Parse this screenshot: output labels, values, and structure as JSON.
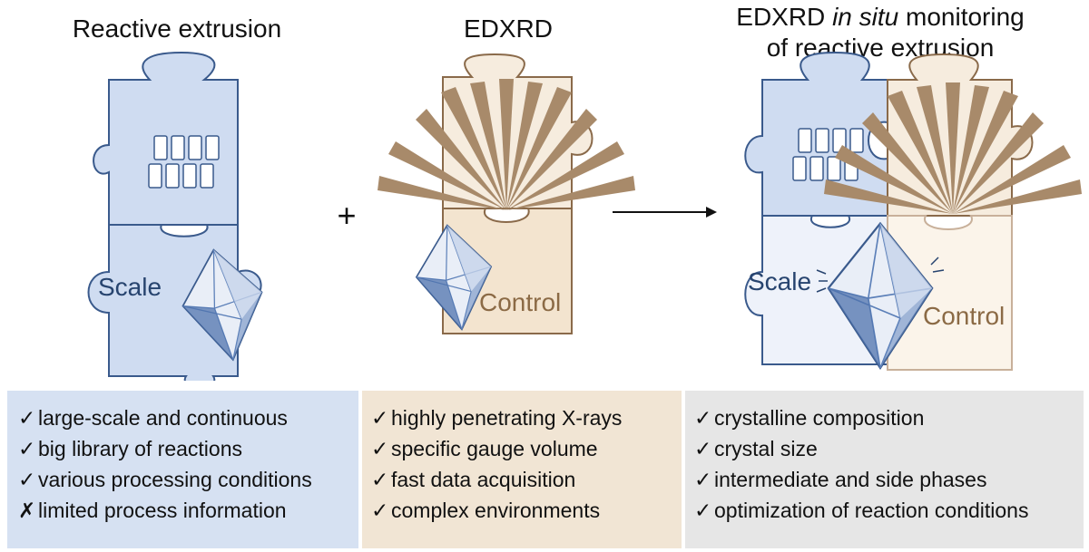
{
  "titles": {
    "reactive_extrusion": "Reactive extrusion",
    "edxrd": "EDXRD",
    "combined_line1_prefix": "EDXRD ",
    "combined_line1_italic": "in situ",
    "combined_line1_suffix": " monitoring",
    "combined_line2": "of reactive extrusion"
  },
  "operators": {
    "plus": "+"
  },
  "piece_labels": {
    "scale": "Scale",
    "control": "Control"
  },
  "panels": {
    "reactive_extrusion": [
      {
        "mark": "✓",
        "text": "large-scale and continuous"
      },
      {
        "mark": "✓",
        "text": "big library of reactions"
      },
      {
        "mark": "✓",
        "text": "various processing conditions"
      },
      {
        "mark": "✗",
        "text": "limited process information"
      }
    ],
    "edxrd": [
      {
        "mark": "✓",
        "text": "highly penetrating X-rays"
      },
      {
        "mark": "✓",
        "text": "specific gauge volume"
      },
      {
        "mark": "✓",
        "text": "fast data acquisition"
      },
      {
        "mark": "✓",
        "text": "complex environments"
      }
    ],
    "combined": [
      {
        "mark": "✓",
        "text": "crystalline composition"
      },
      {
        "mark": "✓",
        "text": "crystal size"
      },
      {
        "mark": "✓",
        "text": "intermediate and side phases"
      },
      {
        "mark": "✓",
        "text": "optimization of reaction conditions"
      }
    ]
  },
  "colors": {
    "blue_fill": "#cfdcf1",
    "blue_light_fill": "#eef2fa",
    "blue_stroke": "#3a5a8c",
    "blue_label": "#27446f",
    "tan_fill": "#f3e4cf",
    "tan_stroke": "#8a6a4a",
    "tan_ray": "#a88a6a",
    "tan_label": "#8b6a45",
    "panel_blue": "#d6e1f2",
    "panel_tan": "#f1e5d4",
    "panel_gray": "#e6e6e6"
  },
  "icons": {
    "extruder": "screw-extruder-icon",
    "crystal": "crystal-icon",
    "xray": "xray-rays-icon",
    "arrow": "right-arrow-icon"
  }
}
